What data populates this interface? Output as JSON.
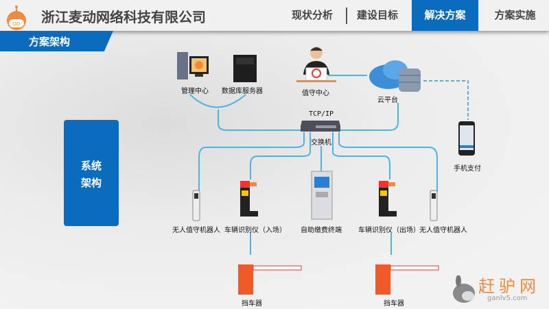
{
  "header": {
    "company": "浙江麦动网络科技有限公司",
    "nav": [
      {
        "label": "现状分析",
        "active": false
      },
      {
        "label": "建设目标",
        "active": false
      },
      {
        "label": "解决方案",
        "active": true
      },
      {
        "label": "方案实施",
        "active": false
      }
    ]
  },
  "section_tab": "方案架构",
  "system_box": {
    "line1": "系统",
    "line2": "架构"
  },
  "nodes": {
    "management": "管理中心",
    "db_server": "数据库服务器",
    "duty_center": "值守中心",
    "cloud": "云平台",
    "protocol": "TCP/IP",
    "switch": "交换机",
    "mobile_pay": "手机支付",
    "robot_left": "无人值守机器人",
    "lpr_in": "车辆识别仪（入场）",
    "kiosk": "自助缴费终端",
    "lpr_out": "车辆识别仪（出场）",
    "robot_right": "无人值守机器人",
    "barrier_left": "挡车器",
    "barrier_right": "挡车器"
  },
  "watermark": {
    "name": "赶驴网",
    "url": "ganlv5.com"
  },
  "colors": {
    "accent": "#0b6cbd",
    "line": "#4db3e6",
    "orange": "#f28a3c"
  }
}
